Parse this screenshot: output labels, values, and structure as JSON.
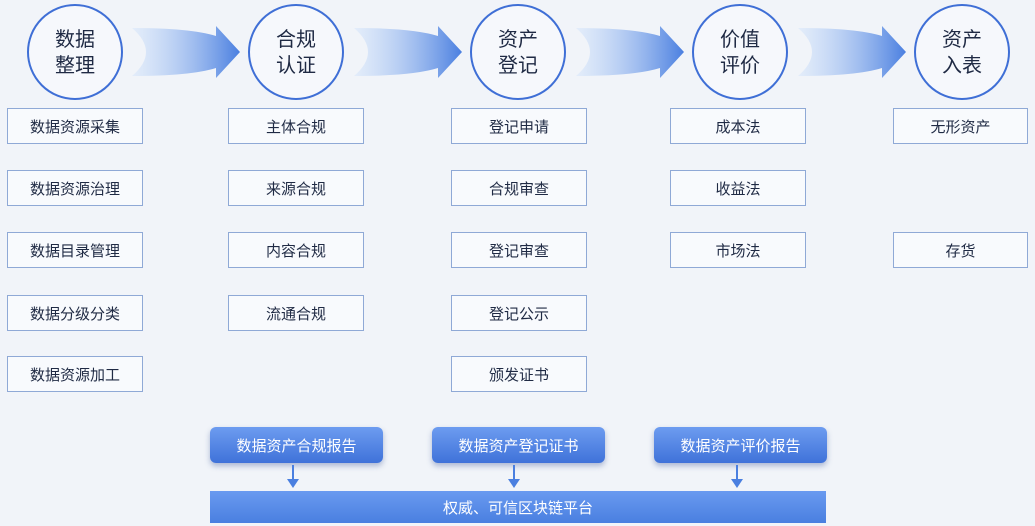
{
  "stages": [
    {
      "line1": "数据",
      "line2": "整理"
    },
    {
      "line1": "合规",
      "line2": "认证"
    },
    {
      "line1": "资产",
      "line2": "登记"
    },
    {
      "line1": "价值",
      "line2": "评价"
    },
    {
      "line1": "资产",
      "line2": "入表"
    }
  ],
  "columns": {
    "data_processing": [
      "数据资源采集",
      "数据资源治理",
      "数据目录管理",
      "数据分级分类",
      "数据资源加工"
    ],
    "compliance": [
      "主体合规",
      "来源合规",
      "内容合规",
      "流通合规"
    ],
    "registration": [
      "登记申请",
      "合规审查",
      "登记审查",
      "登记公示",
      "颁发证书"
    ],
    "valuation": [
      "成本法",
      "收益法",
      "市场法"
    ],
    "booking": [
      "无形资产",
      "存货"
    ]
  },
  "reports": [
    "数据资产合规报告",
    "数据资产登记证书",
    "数据资产评价报告"
  ],
  "platform": "权威、可信区块链平台",
  "colors": {
    "accent": "#3f6fd6",
    "arrow": "#4a7fe0",
    "report": "#4a7fe0"
  }
}
